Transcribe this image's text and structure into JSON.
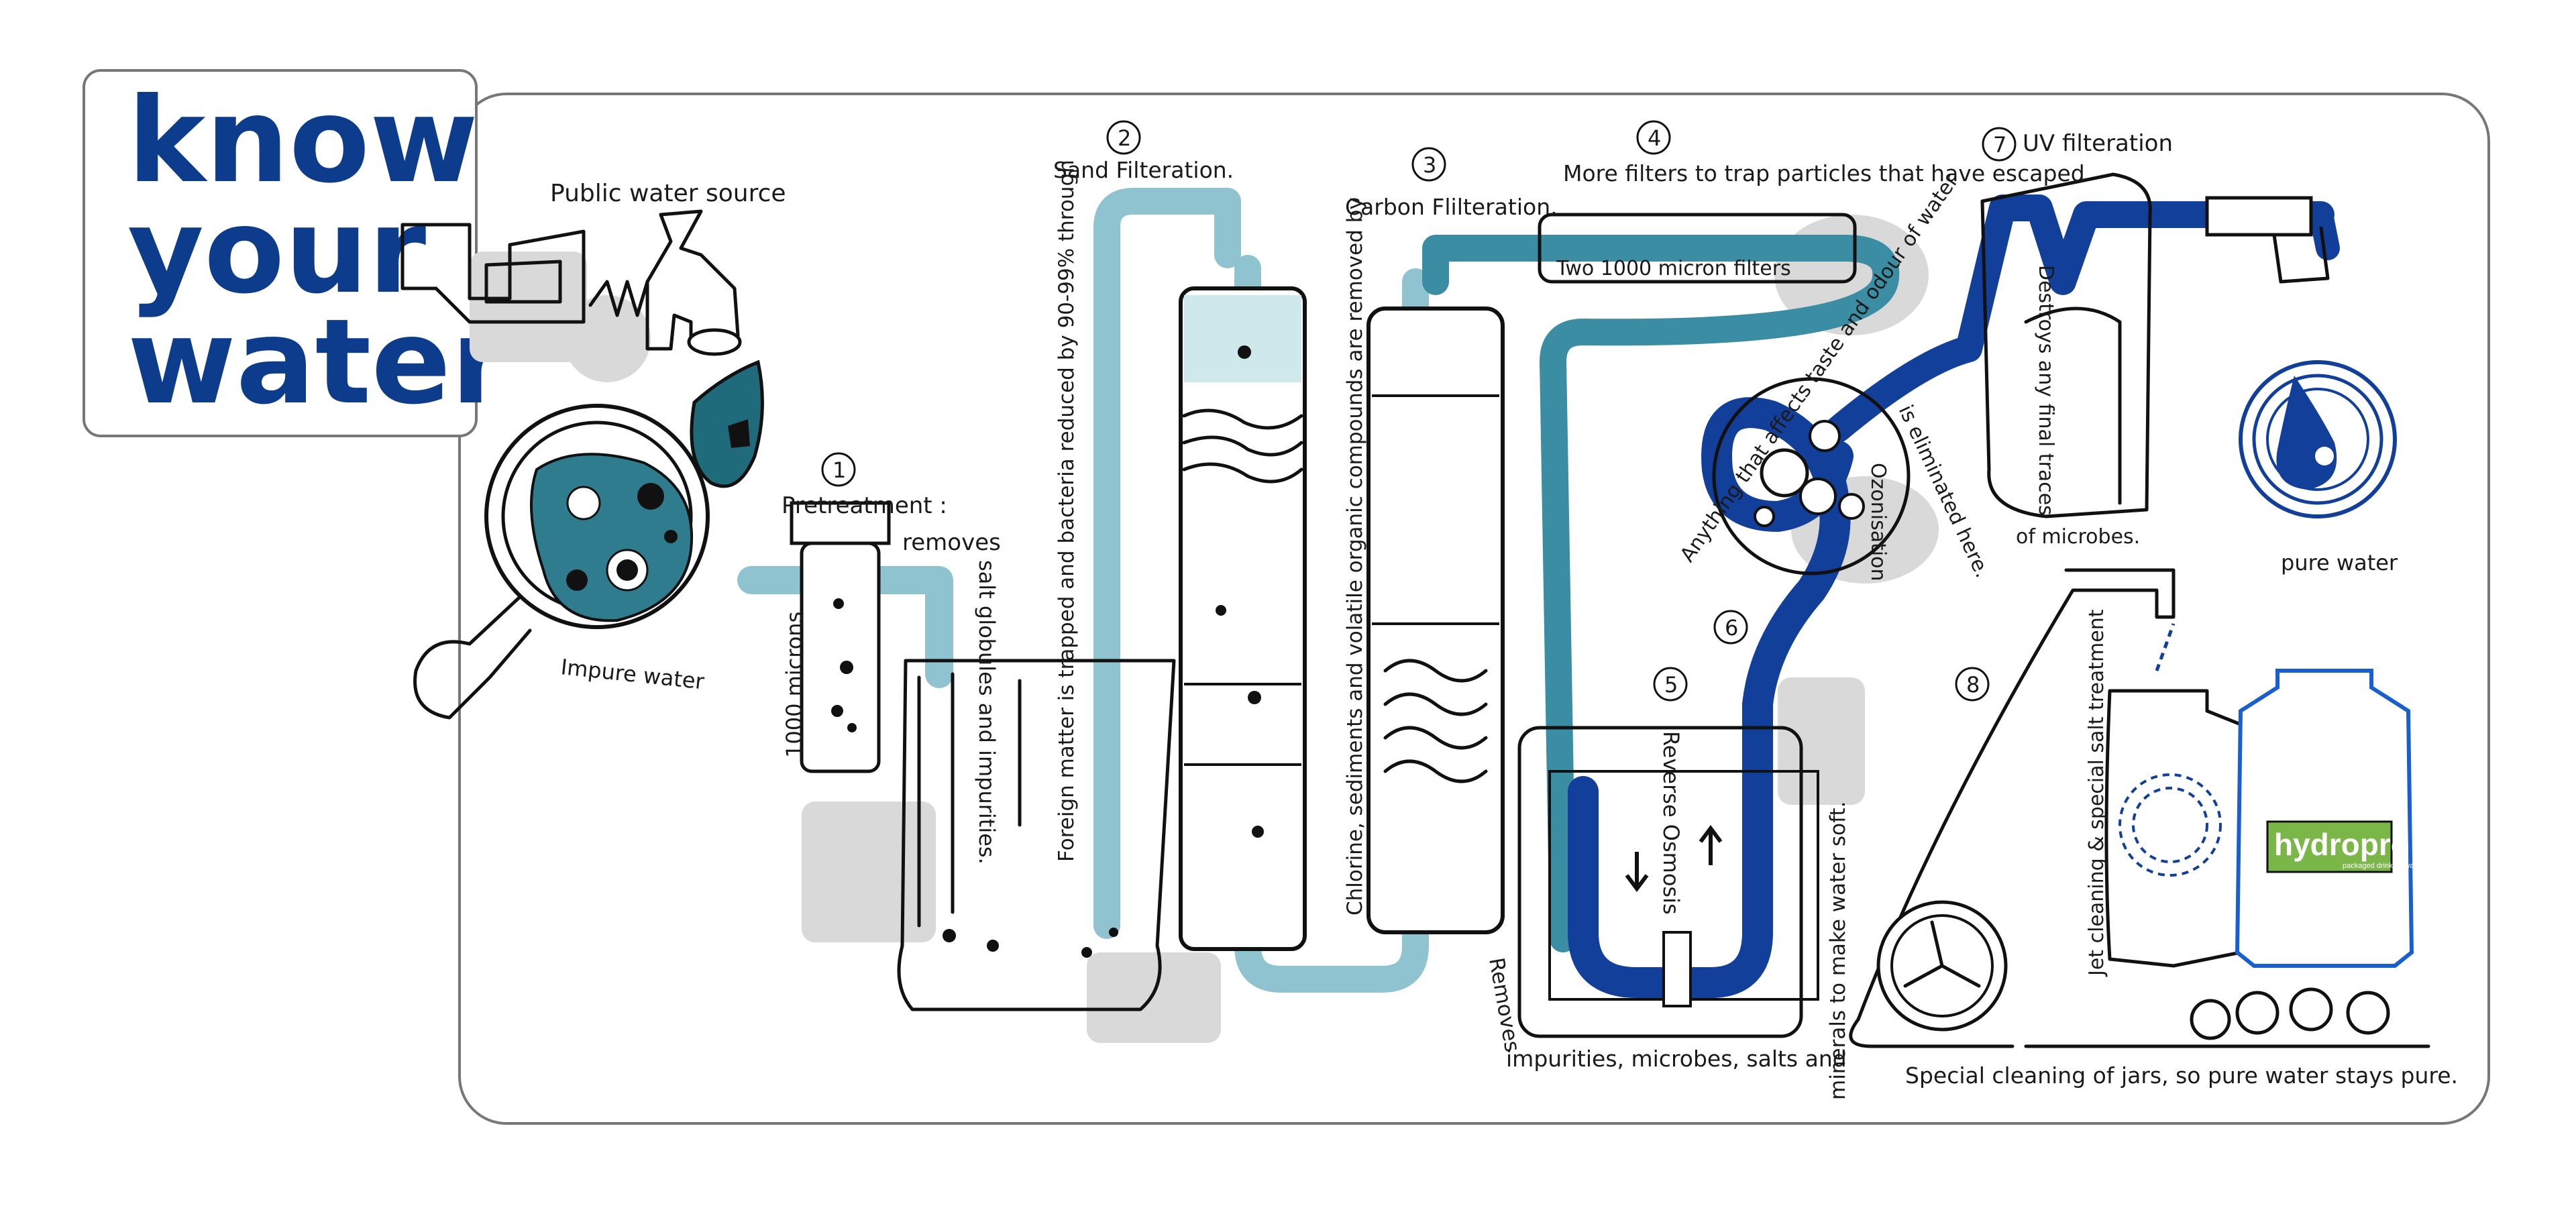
{
  "title": {
    "line1": "know",
    "line2": "your",
    "line3": "water"
  },
  "source": {
    "label": "Public water source",
    "impure_label": "Impure water"
  },
  "steps": [
    {
      "number": "1",
      "title": "Pretreatment :",
      "detail_a": "removes",
      "detail_b": "salt globules and impurities.",
      "size": "1000 microns"
    },
    {
      "number": "2",
      "title": "Sand Filteration.",
      "detail": "Foreign matter is trapped and bacteria reduced by 90-99% through"
    },
    {
      "number": "3",
      "title": "Carbon Flilteration.",
      "detail": "Chlorine, sediments and volatile organic compounds are removed by"
    },
    {
      "number": "4",
      "title": "More filters to trap particles that have escaped.",
      "detail": "Two 1000 micron filters"
    },
    {
      "number": "5",
      "title": "Reverse Osmosis",
      "detail_a": "Removes",
      "detail_b": "impurities, microbes, salts and",
      "detail_c": "minerals to make water soft."
    },
    {
      "number": "6",
      "title": "Ozonisation",
      "detail_a": "Anything that affects taste and odour of water",
      "detail_b": "is eliminated here."
    },
    {
      "number": "7",
      "title": "UV filteration",
      "detail_a": "Destroys any final traces",
      "detail_b": "of microbes."
    },
    {
      "number": "8",
      "title": "Jet cleaning & special salt treatment",
      "detail": "Special cleaning of jars, so pure water stays pure."
    }
  ],
  "pure_water": {
    "label": "pure water"
  },
  "brand": {
    "name": "hydropro",
    "tagline": "packaged drinking water"
  },
  "colors": {
    "title": "#0d3c8c",
    "pipe_light": "#8fc3cf",
    "pipe_mid": "#3a8da3",
    "pipe_dark": "#123f9a",
    "brand_green": "#7ab648"
  }
}
